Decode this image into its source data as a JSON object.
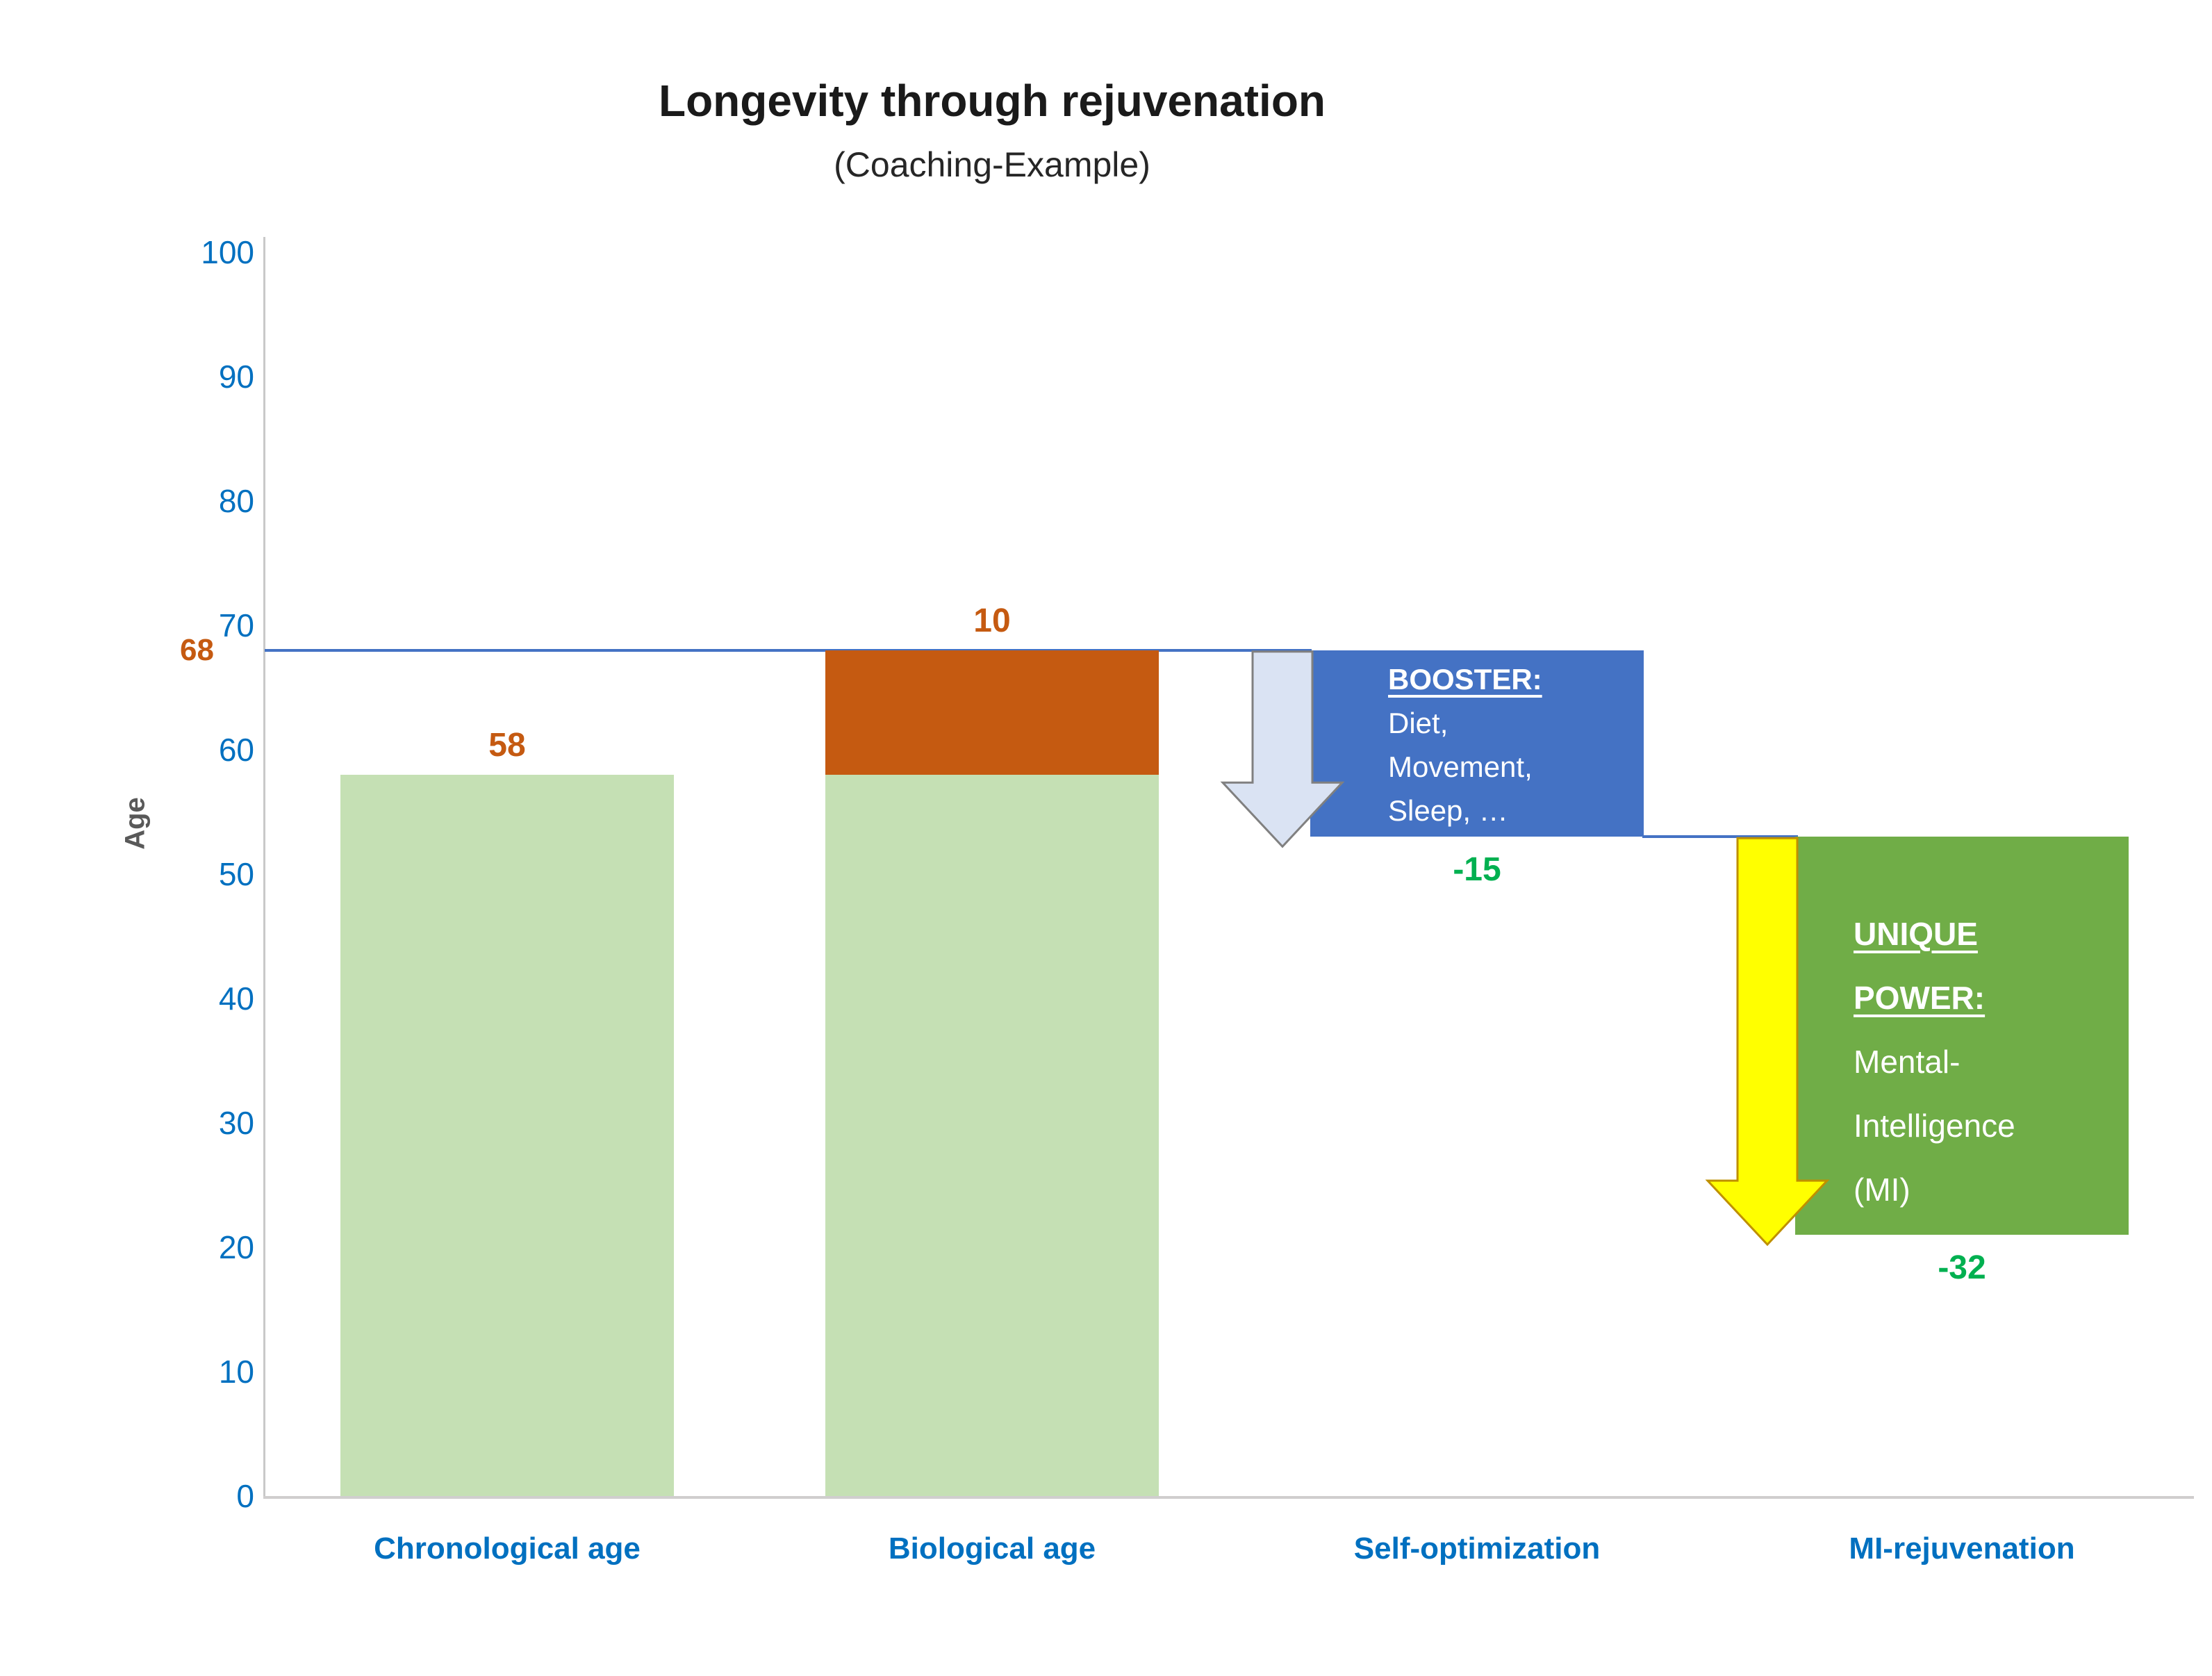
{
  "chart_data": {
    "type": "bar",
    "variant": "waterfall",
    "title": "Longevity through rejuvenation",
    "subtitle": "(Coaching-Example)",
    "ylabel": "Age",
    "ylim": [
      0,
      100
    ],
    "yticks": [
      0,
      10,
      20,
      30,
      40,
      50,
      60,
      70,
      80,
      90,
      100
    ],
    "grid": false,
    "legend": false,
    "categories": [
      "Chronological age",
      "Biological age",
      "Self-optimization",
      "MI-rejuvenation"
    ],
    "columns": [
      {
        "category": "Chronological age",
        "segments": [
          {
            "from": 0,
            "to": 58,
            "color": "#C5E0B4"
          }
        ],
        "data_label": {
          "text": "58",
          "position": "above",
          "color": "#C55A11"
        }
      },
      {
        "category": "Biological age",
        "segments": [
          {
            "from": 0,
            "to": 58,
            "color": "#C5E0B4"
          },
          {
            "from": 58,
            "to": 68,
            "color": "#C55A11"
          }
        ],
        "data_label": {
          "text": "10",
          "position": "above",
          "color": "#C55A11"
        }
      },
      {
        "category": "Self-optimization",
        "segments": [
          {
            "from": 53,
            "to": 68,
            "color": "#4472C4",
            "text": {
              "heading": [
                "BOOSTER:"
              ],
              "body": [
                "Diet,",
                "Movement,",
                "Sleep, …"
              ],
              "color": "#FFFFFF"
            }
          }
        ],
        "data_label": {
          "text": "-15",
          "position": "below",
          "color": "#00B050"
        }
      },
      {
        "category": "MI-rejuvenation",
        "segments": [
          {
            "from": 21,
            "to": 53,
            "color": "#70AD47",
            "text": {
              "heading": [
                "UNIQUE",
                "POWER:"
              ],
              "body": [
                "Mental-",
                "Intelligence",
                "(MI)"
              ],
              "color": "#FFFFFF"
            }
          }
        ],
        "data_label": {
          "text": "-32",
          "position": "below",
          "color": "#00B050"
        }
      }
    ],
    "reference_line": {
      "value": 68,
      "label": "68",
      "label_color": "#C55A11",
      "color": "#4472C4",
      "from": "axis",
      "to_col": 2
    },
    "connectors": [
      {
        "value": 53,
        "from_col": 2,
        "to_col": 3,
        "color": "#4472C4"
      }
    ],
    "arrows": [
      {
        "name": "booster-down-arrow",
        "at_col": 2,
        "from_value": 68,
        "to_value": 53,
        "fill": "#DAE3F3",
        "stroke": "#808080"
      },
      {
        "name": "unique-power-down-arrow",
        "at_col": 3,
        "from_value": 53,
        "to_value": 21,
        "fill": "#FFFF00",
        "stroke": "#BF9000"
      }
    ],
    "axis_color": "#C9C9C9",
    "baseline_color": "#D0CECE",
    "tick_label_color": "#0070C0",
    "category_label_color": "#0070C0",
    "ylabel_color": "#595959"
  }
}
